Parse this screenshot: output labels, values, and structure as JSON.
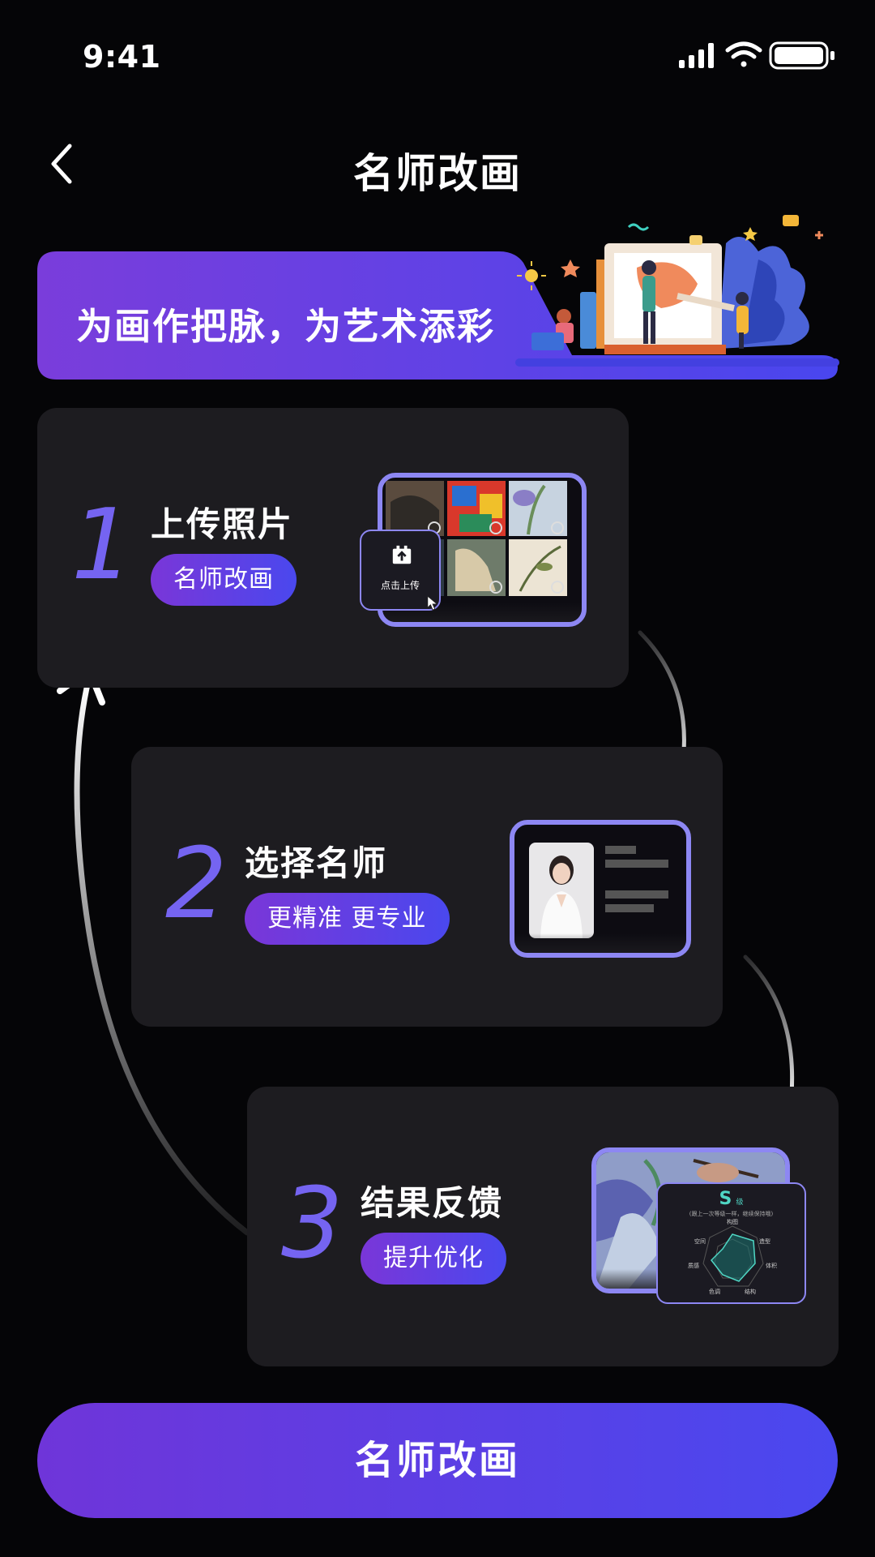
{
  "status_bar": {
    "time": "9:41"
  },
  "nav": {
    "title": "名师改画"
  },
  "banner": {
    "text": "为画作把脉，为艺术添彩"
  },
  "steps": [
    {
      "number": "1",
      "title": "上传照片",
      "tag": "名师改画",
      "upload_label": "点击上传"
    },
    {
      "number": "2",
      "title": "选择名师",
      "tag": "更精准 更专业"
    },
    {
      "number": "3",
      "title": "结果反馈",
      "tag": "提升优化",
      "result": {
        "grade": "S",
        "grade_suffix": "级",
        "note": "(跟上一次等级一样，继续保持哦)",
        "radar_labels": [
          "构图",
          "造型",
          "体积",
          "结构",
          "色调",
          "质感",
          "空间"
        ]
      }
    }
  ],
  "cta": {
    "label": "名师改画"
  },
  "colors": {
    "accent_purple": "#7564f1",
    "gradient_start": "#7a36d8",
    "gradient_end": "#4a48ee",
    "card_bg": "#1d1c20",
    "frame": "#8d87f3"
  }
}
